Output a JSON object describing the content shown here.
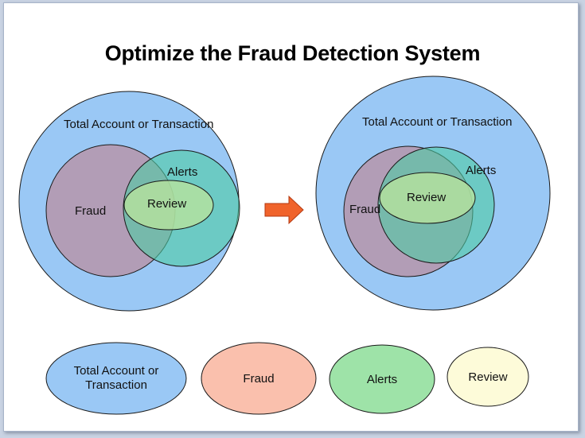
{
  "title": "Optimize the Fraud Detection System",
  "colors": {
    "total": "#9ac8f5",
    "fraud": "#b39bb2",
    "alerts": "#4fcba3",
    "review": "#b8e29e",
    "arrow": "#f0632b",
    "legend_total": "#9ac8f5",
    "legend_fraud": "#fac0ad",
    "legend_alerts": "#9ee3a8",
    "legend_review": "#fdfbd9"
  },
  "before": {
    "total_label": "Total Account or Transaction",
    "fraud_label": "Fraud",
    "alerts_label": "Alerts",
    "review_label": "Review"
  },
  "after": {
    "total_label": "Total Account or Transaction",
    "fraud_label": "Fraud",
    "alerts_label": "Alerts",
    "review_label": "Review"
  },
  "legend": {
    "total": "Total Account or Transaction",
    "fraud": "Fraud",
    "alerts": "Alerts",
    "review": "Review"
  },
  "arrow_icon": "right-arrow-icon"
}
